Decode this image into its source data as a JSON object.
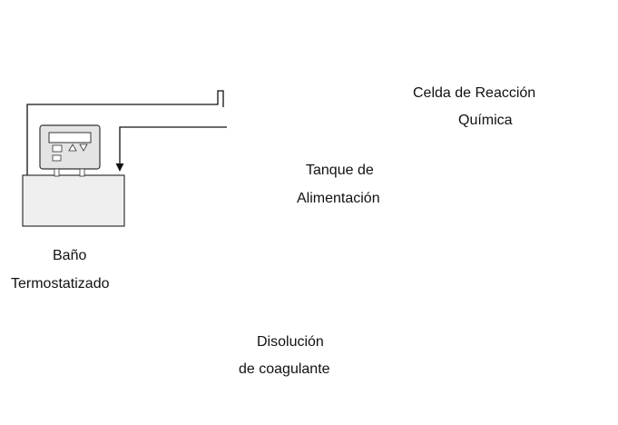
{
  "labels": {
    "bath_line1": "Baño",
    "bath_line2": "Termostatizado",
    "feed_tank_line1": "Tanque de",
    "feed_tank_line2": "Alimentación",
    "cell_line1": "Celda de Reacción",
    "cell_line2": "Química",
    "coagulant_line1": "Disolución",
    "coagulant_line2": "de coagulante"
  },
  "colors": {
    "feed_line": "#ee1c24",
    "coagulant_line": "#1f3ad8",
    "pump": "#1e7a2a",
    "valve": "#22a33a",
    "tank_liquid": "#c8cc3a",
    "coagulant_liquid": "#1d22d6",
    "thermal_line": "#111111"
  },
  "icons": [
    "controller-icon",
    "thermostatic-bath-icon",
    "heating-coil-icon",
    "stirrer-icon",
    "feed-tank-icon",
    "valve-icon",
    "pump-icon",
    "reaction-cell-icon",
    "separatory-funnel-icon"
  ]
}
